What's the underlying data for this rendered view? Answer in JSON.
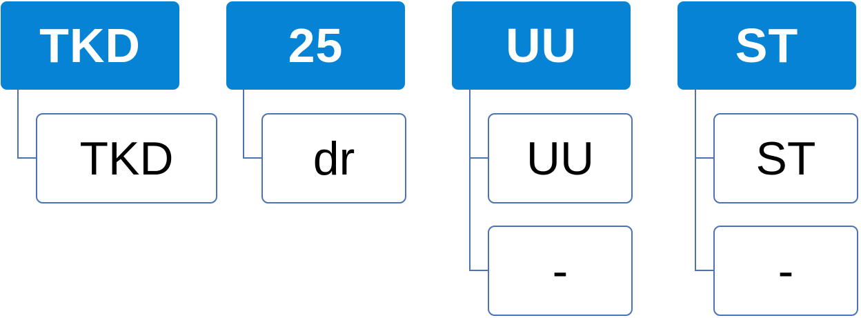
{
  "columns": [
    {
      "header": "TKD",
      "items": [
        "TKD"
      ]
    },
    {
      "header": "25",
      "items": [
        "dr"
      ]
    },
    {
      "header": "UU",
      "items": [
        "UU",
        "-"
      ]
    },
    {
      "header": "ST",
      "items": [
        "ST",
        "-"
      ]
    }
  ],
  "colors": {
    "header_fill": "#0683d4",
    "header_text": "#ffffff",
    "child_border": "#4b72b8",
    "connector": "#4b72b8"
  }
}
